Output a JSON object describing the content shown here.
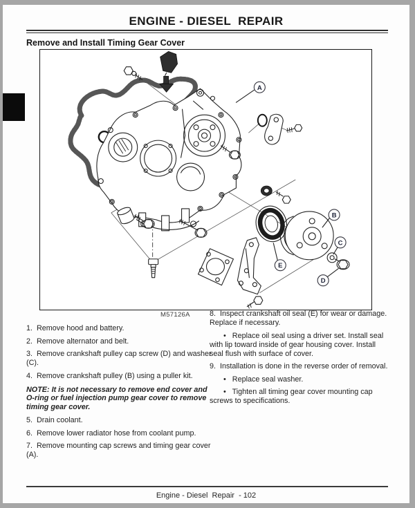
{
  "header": {
    "title": "ENGINE - DIESEL  REPAIR"
  },
  "section": {
    "title": "Remove and Install Timing Gear Cover"
  },
  "figure": {
    "caption": "M57126A",
    "labels": {
      "a": "A",
      "b": "B",
      "c": "C",
      "d": "D",
      "e": "E"
    }
  },
  "steps_left": [
    {
      "style": "step",
      "text": "1.  Remove hood and battery."
    },
    {
      "style": "step",
      "text": "2.  Remove alternator and belt."
    },
    {
      "style": "step",
      "text": "3.  Remove crankshaft pulley cap screw (D) and washer (C)."
    },
    {
      "style": "step",
      "text": "4.  Remove crankshaft pulley (B) using a puller kit."
    },
    {
      "style": "note",
      "text": "NOTE: It is not necessary to remove end cover and O-ring or fuel injection pump gear cover to remove timing gear cover."
    },
    {
      "style": "step",
      "text": "5.  Drain coolant."
    },
    {
      "style": "step",
      "text": "6.  Remove lower radiator hose from coolant pump."
    },
    {
      "style": "step",
      "text": "7.  Remove mounting cap screws and timing gear cover (A)."
    }
  ],
  "steps_right": [
    {
      "style": "step",
      "text": "8.  Inspect crankshaft oil seal (E) for wear or damage. Replace if necessary."
    },
    {
      "style": "bullet",
      "text": "•   Replace oil seal using a driver set. Install seal with lip toward inside of gear housing cover. Install seal flush with surface of cover."
    },
    {
      "style": "step",
      "text": "9.  Installation is done in the reverse order of removal."
    },
    {
      "style": "bullet",
      "text": "•   Replace seal washer."
    },
    {
      "style": "bullet",
      "text": "•   Tighten all timing gear cover mounting cap screws to specifications."
    }
  ],
  "footer": {
    "text": "Engine - Diesel  Repair  - 102"
  },
  "colors": {
    "scan_background": "#a6a6a6",
    "page": "#fdfdfd",
    "ink": "#1f1f1f",
    "gasket_gray": "#707070",
    "edge_tab": "#0b0b0b"
  }
}
